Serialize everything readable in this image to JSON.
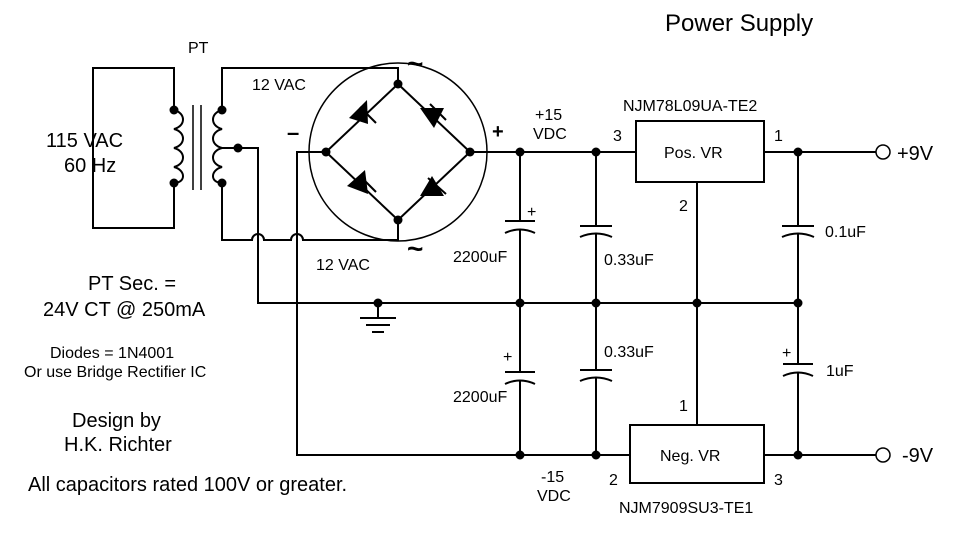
{
  "title": "Power Supply",
  "transformer": {
    "ref": "PT",
    "primary_line1": "115 VAC",
    "primary_line2": "60 Hz"
  },
  "bridge": {
    "ac_top": "12 VAC",
    "ac_bottom": "12 VAC",
    "tilde_top": "~",
    "tilde_bottom": "~",
    "minus": "–",
    "plus": "+"
  },
  "rails": {
    "pos_line1": "+15",
    "pos_line2": "VDC",
    "neg_line1": "-15",
    "neg_line2": "VDC"
  },
  "regulators": {
    "pos": {
      "part": "NJM78L09UA-TE2",
      "name": "Pos. VR",
      "pin_in": "3",
      "pin_gnd": "2",
      "pin_out": "1"
    },
    "neg": {
      "part": "NJM7909SU3-TE1",
      "name": "Neg. VR",
      "pin_gnd": "1",
      "pin_in": "2",
      "pin_out": "3"
    }
  },
  "capacitors": {
    "c1": "2200uF",
    "c2": "0.33uF",
    "c3": "0.1uF",
    "c4": "2200uF",
    "c5": "0.33uF",
    "c6": "1uF",
    "plus_sign": "+"
  },
  "outputs": {
    "pos": "+9V",
    "neg": "-9V"
  },
  "notes": {
    "sec_line1": "PT Sec. =",
    "sec_line2": "24V CT @ 250mA",
    "diodes_line1": "Diodes = 1N4001",
    "diodes_line2": "Or use Bridge Rectifier IC",
    "design_line1": "Design by",
    "design_line2": "H.K. Richter",
    "caps_rating": "All capacitors rated 100V or greater."
  }
}
